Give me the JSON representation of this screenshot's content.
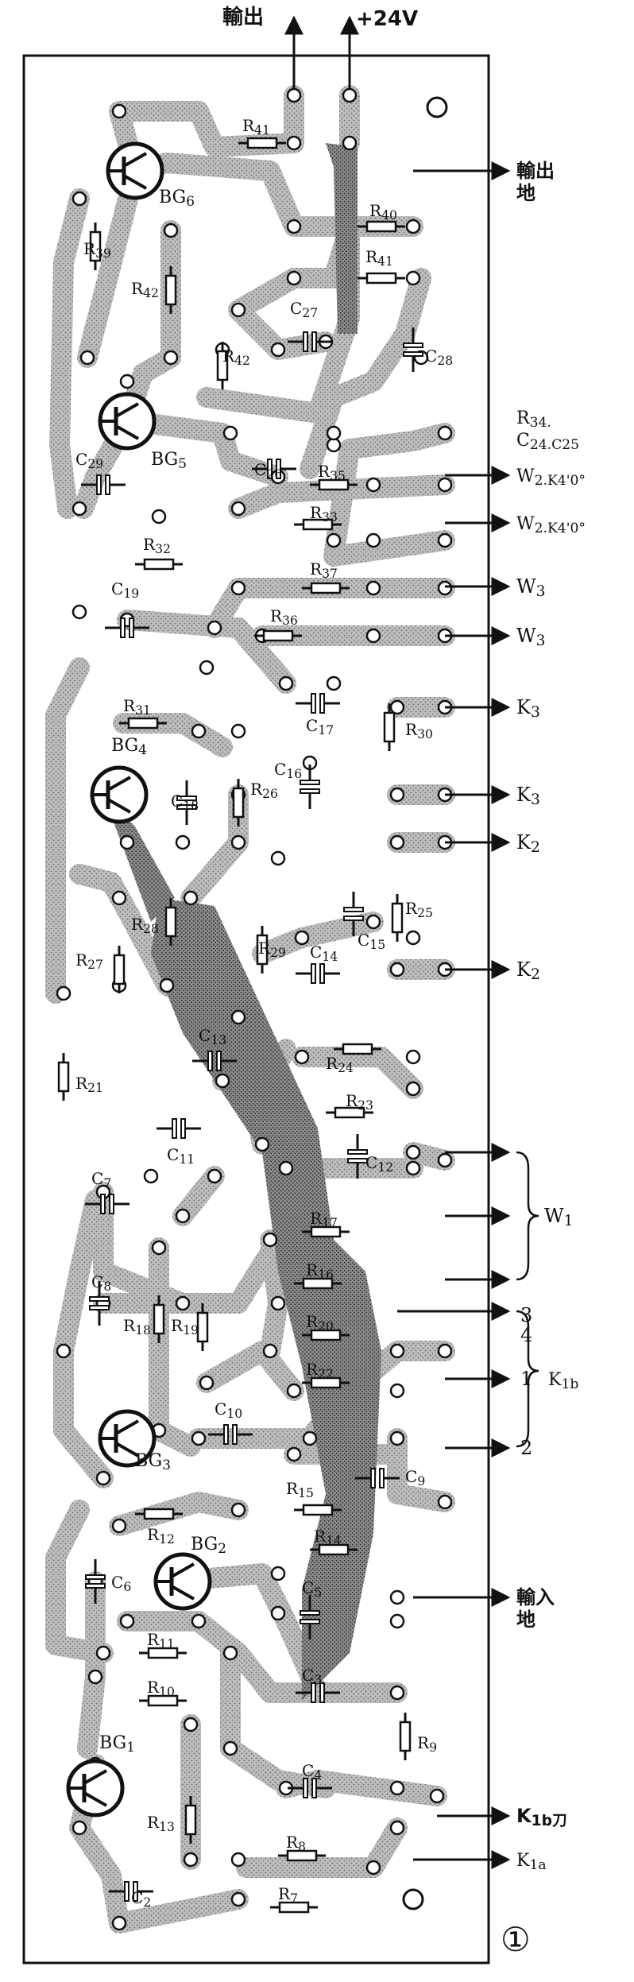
{
  "top": {
    "output": "輸出",
    "supply": "+24V"
  },
  "figure_number": "①",
  "transistors": [
    {
      "id": "bg6",
      "label": "BG6"
    },
    {
      "id": "bg5",
      "label": "BG5"
    },
    {
      "id": "bg4",
      "label": "BG4"
    },
    {
      "id": "bg3",
      "label": "BG3"
    },
    {
      "id": "bg2",
      "label": "BG2"
    },
    {
      "id": "bg1",
      "label": "BG1"
    }
  ],
  "components": [
    {
      "id": "r41a",
      "label": "R41"
    },
    {
      "id": "r39",
      "label": "R39"
    },
    {
      "id": "r40",
      "label": "R40"
    },
    {
      "id": "r41b",
      "label": "R41"
    },
    {
      "id": "r42a",
      "label": "R42"
    },
    {
      "id": "r42b",
      "label": "R42"
    },
    {
      "id": "c27",
      "label": "C27"
    },
    {
      "id": "c28",
      "label": "C28"
    },
    {
      "id": "c29",
      "label": "C29"
    },
    {
      "id": "c26",
      "label": "C26"
    },
    {
      "id": "r35",
      "label": "R35"
    },
    {
      "id": "r33",
      "label": "R33"
    },
    {
      "id": "r32",
      "label": "R32"
    },
    {
      "id": "c19",
      "label": "C19"
    },
    {
      "id": "r37",
      "label": "R37"
    },
    {
      "id": "r36",
      "label": "R36"
    },
    {
      "id": "r31",
      "label": "R31"
    },
    {
      "id": "c17",
      "label": "C17"
    },
    {
      "id": "r30",
      "label": "R30"
    },
    {
      "id": "c18",
      "label": "C18"
    },
    {
      "id": "r26",
      "label": "R26"
    },
    {
      "id": "c16",
      "label": "C16"
    },
    {
      "id": "r28",
      "label": "R28"
    },
    {
      "id": "r29",
      "label": "R29"
    },
    {
      "id": "c15",
      "label": "C15"
    },
    {
      "id": "r25",
      "label": "R25"
    },
    {
      "id": "r27",
      "label": "R27"
    },
    {
      "id": "c14",
      "label": "C14"
    },
    {
      "id": "c13",
      "label": "C13"
    },
    {
      "id": "r24",
      "label": "R24"
    },
    {
      "id": "r21",
      "label": "R21"
    },
    {
      "id": "r23",
      "label": "R23"
    },
    {
      "id": "c11",
      "label": "C11"
    },
    {
      "id": "c12",
      "label": "C12"
    },
    {
      "id": "c7",
      "label": "C7"
    },
    {
      "id": "r17",
      "label": "R17"
    },
    {
      "id": "c8",
      "label": "C8"
    },
    {
      "id": "r16",
      "label": "R16"
    },
    {
      "id": "r18",
      "label": "R18"
    },
    {
      "id": "r19",
      "label": "R19"
    },
    {
      "id": "r20",
      "label": "R20"
    },
    {
      "id": "r22",
      "label": "R22"
    },
    {
      "id": "c10",
      "label": "C10"
    },
    {
      "id": "c9",
      "label": "C9"
    },
    {
      "id": "r15",
      "label": "R15"
    },
    {
      "id": "r12",
      "label": "R12"
    },
    {
      "id": "r14",
      "label": "R14"
    },
    {
      "id": "c6",
      "label": "C6"
    },
    {
      "id": "c5",
      "label": "C5"
    },
    {
      "id": "r11",
      "label": "R11"
    },
    {
      "id": "r10",
      "label": "R10"
    },
    {
      "id": "c3",
      "label": "C3"
    },
    {
      "id": "r9",
      "label": "R9"
    },
    {
      "id": "c4",
      "label": "C4"
    },
    {
      "id": "r13",
      "label": "R13"
    },
    {
      "id": "r8",
      "label": "R8"
    },
    {
      "id": "r7",
      "label": "R7"
    },
    {
      "id": "c2",
      "label": "C2"
    }
  ],
  "connections": [
    {
      "id": "out-ground",
      "label": "輸出\n地"
    },
    {
      "id": "r34-c24",
      "label": "R34.\nC24.C25"
    },
    {
      "id": "w2-1",
      "label": "W2.K4'0°"
    },
    {
      "id": "w2-2",
      "label": "W2.K4'0°"
    },
    {
      "id": "w3-1",
      "label": "W3"
    },
    {
      "id": "w3-2",
      "label": "W3"
    },
    {
      "id": "k3-1",
      "label": "K3"
    },
    {
      "id": "k3-2",
      "label": "K3"
    },
    {
      "id": "k2-1",
      "label": "K2"
    },
    {
      "id": "k2-2",
      "label": "K2"
    },
    {
      "id": "w1",
      "label": "W1"
    },
    {
      "id": "n3",
      "label": "3"
    },
    {
      "id": "n4",
      "label": "4"
    },
    {
      "id": "n1",
      "label": "1"
    },
    {
      "id": "n2",
      "label": "2"
    },
    {
      "id": "k1b",
      "label": "K1b"
    },
    {
      "id": "in-ground",
      "label": "輸入\n地"
    },
    {
      "id": "k1b-knife",
      "label": "K1b刀"
    },
    {
      "id": "k1a",
      "label": "K1a"
    }
  ]
}
